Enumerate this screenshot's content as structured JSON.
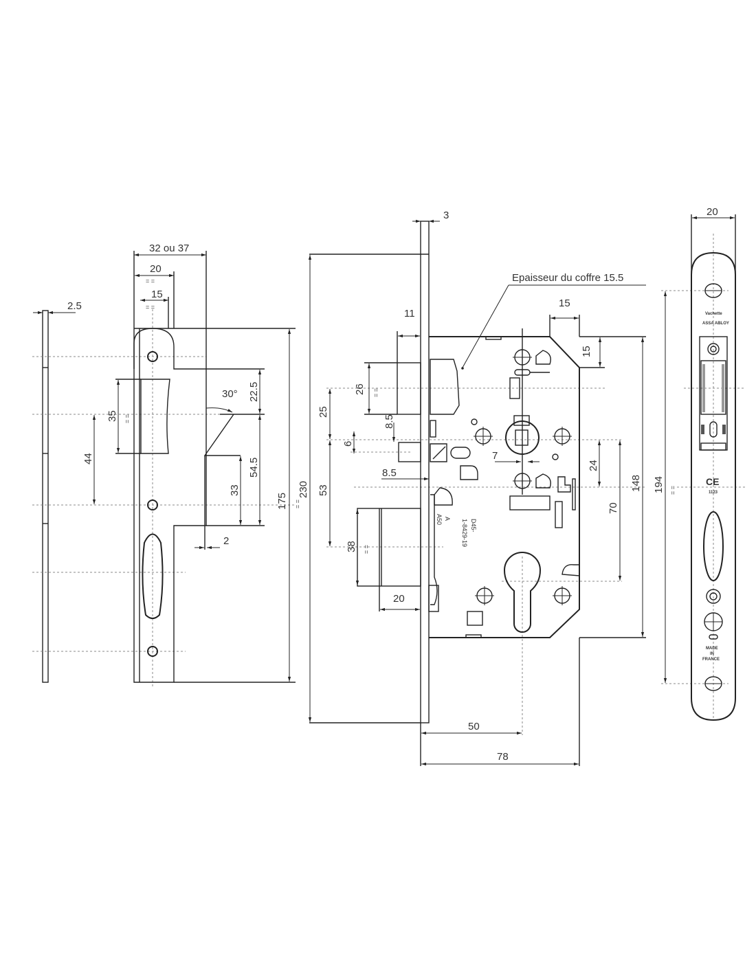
{
  "side_plate": {
    "thickness": "2.5"
  },
  "strike": {
    "width_options": "32 ou 37",
    "width_20": "20",
    "width_15": "15",
    "equal_marks": "= =",
    "height_175": "175",
    "dim_22_5": "22.5",
    "dim_54_5": "54.5",
    "dim_33": "33",
    "dim_35": "35",
    "dim_44": "44",
    "angle": "30°",
    "dim_2": "2"
  },
  "lock_body": {
    "faceplate_thickness": "3",
    "case_thickness_note": "Epaisseur du coffre 15.5",
    "height_230": "230",
    "equal_marks": "= =",
    "chamfer_h": "15",
    "chamfer_v": "15",
    "latch_projection": "11",
    "latch_height": "26",
    "dim_25": "25",
    "dim_53": "53",
    "dim_8_5_a": "8.5",
    "dim_6": "6",
    "dim_8_5_b": "8.5",
    "dim_7": "7",
    "dim_24": "24",
    "dim_70": "70",
    "dim_148": "148",
    "deadbolt_height": "38",
    "deadbolt_projection": "20",
    "backset": "50",
    "case_depth": "78",
    "markings": [
      "A50",
      "A",
      "D45-",
      "1-8429-19"
    ]
  },
  "faceplate": {
    "width": "20",
    "height_194": "194",
    "equal_marks": "= =",
    "brand": "Vachette",
    "group": "ASSA ABLOY",
    "ce_mark": "CE",
    "ce_number": "1123",
    "origin": [
      "MADE",
      "IN",
      "FRANCE"
    ]
  }
}
